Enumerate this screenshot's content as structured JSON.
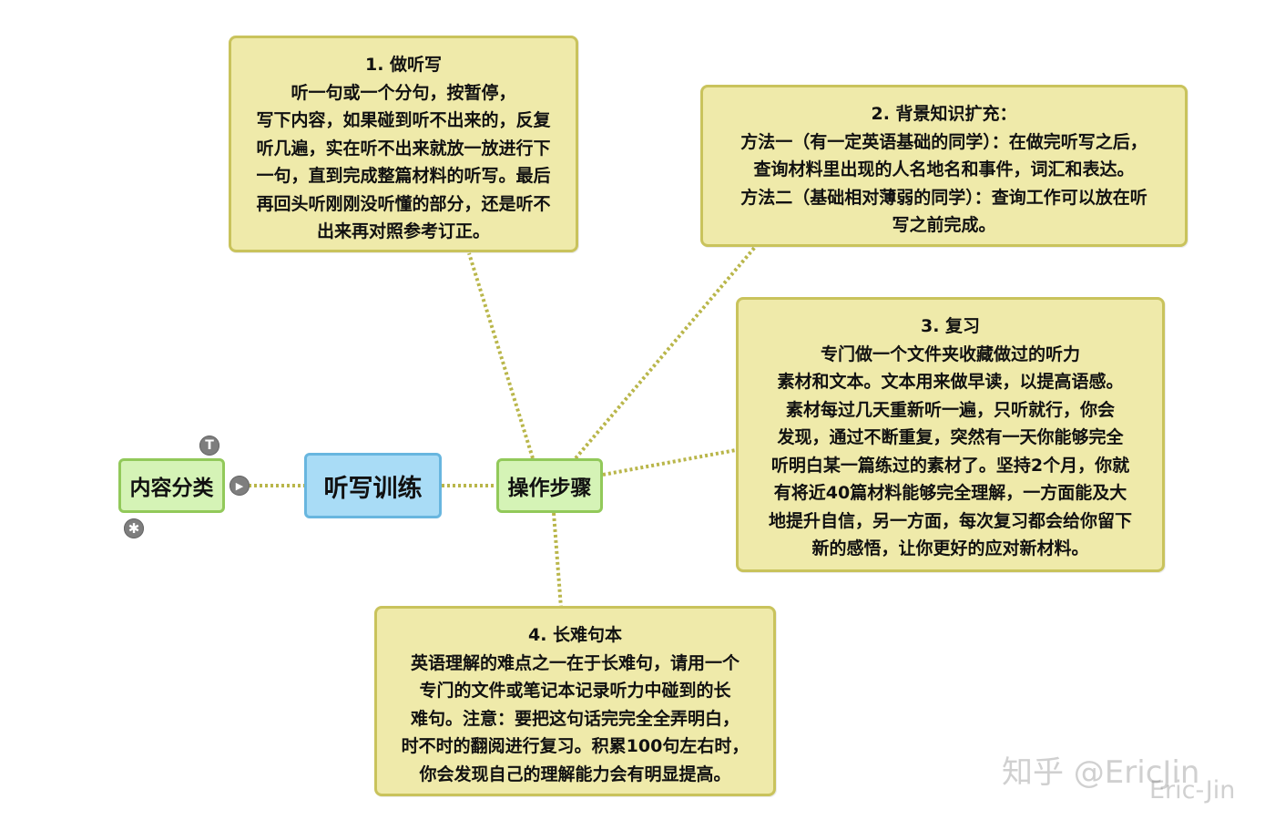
{
  "center": {
    "label": "听写训练"
  },
  "left_node": {
    "label": "内容分类"
  },
  "branch": {
    "label": "操作步骤"
  },
  "notes": [
    {
      "title": "1. 做听写",
      "lines": [
        "听一句或一个分句，按暂停，",
        "写下内容，如果碰到听不出来的，反复",
        "听几遍，实在听不出来就放一放进行下",
        "一句，直到完成整篇材料的听写。最后",
        "再回头听刚刚没听懂的部分，还是听不",
        "出来再对照参考订正。"
      ]
    },
    {
      "title": "2. 背景知识扩充：",
      "lines": [
        "方法一（有一定英语基础的同学）：在做完听写之后，",
        "查询材料里出现的人名地名和事件，词汇和表达。",
        "方法二（基础相对薄弱的同学）：查询工作可以放在听",
        "写之前完成。"
      ]
    },
    {
      "title": "3. 复习",
      "lines": [
        "专门做一个文件夹收藏做过的听力",
        "素材和文本。文本用来做早读，以提高语感。",
        "素材每过几天重新听一遍，只听就行，你会",
        "发现，通过不断重复，突然有一天你能够完全",
        "听明白某一篇练过的素材了。坚持2个月，你就",
        "有将近40篇材料能够完全理解，一方面能及大",
        "地提升自信，另一方面，每次复习都会给你留下",
        "新的感悟，让你更好的应对新材料。"
      ]
    },
    {
      "title": "4. 长难句本",
      "lines": [
        "英语理解的难点之一在于长难句，请用一个",
        "专门的文件或笔记本记录听力中碰到的长",
        "难句。注意：要把这句话完完全全弄明白，",
        "时不时的翻阅进行复习。积累100句左右时，",
        "你会发现自己的理解能力会有明显提高。"
      ]
    }
  ],
  "icons": {
    "topic_icon": "T",
    "expand_icon": "▶",
    "star_icon": "✱"
  },
  "watermark": {
    "line1": "知乎 @EricJin",
    "line2": "Eric-Jin"
  },
  "colors": {
    "note_fill": "#efeaaa",
    "note_border": "#c9c35c",
    "green_fill": "#d5f3b6",
    "green_border": "#92c95a",
    "blue_fill": "#a9dcf6",
    "blue_border": "#68b6df",
    "connector": "#b9b64a"
  }
}
